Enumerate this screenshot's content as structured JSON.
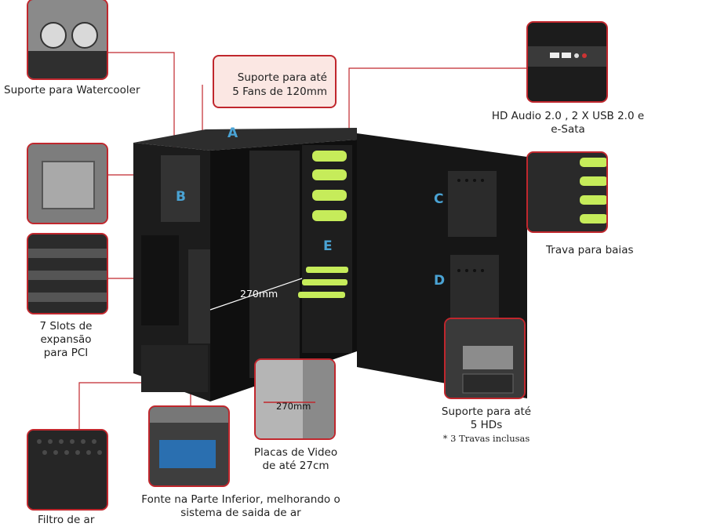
{
  "labels": {
    "watercooler": "Suporte para Watercooler",
    "fans_line1": "Suporte para até",
    "fans_line2": "5 Fans de 120mm",
    "front_io_line1": "HD Audio 2.0 , 2 X USB 2.0 e",
    "front_io_line2": "e-Sata",
    "bay_lock": "Trava para baias",
    "slots_line1": "7 Slots de",
    "slots_line2": "expansão",
    "slots_line3": "para PCI",
    "hd_support_line1": "Suporte para até",
    "hd_support_line2": "5 HDs",
    "hd_support_note": "* 3 Travas inclusas",
    "video_line1": "Placas de Video",
    "video_line2": "de até 27cm",
    "psu_line1": "Fonte na Parte Inferior, melhorando o",
    "psu_line2": "sistema de saida de ar",
    "air_filter": "Filtro de ar"
  },
  "markers": {
    "a": "A",
    "b": "B",
    "c": "C",
    "d": "D",
    "e": "E"
  },
  "dimensions": {
    "gpu_length_inner": "270mm",
    "gpu_length_thumb": "270mm"
  },
  "colors": {
    "frame": "#c0272d",
    "callout_bg": "#fbe7e3",
    "marker": "#4aa3d4",
    "bay_lock": "#c6ec5a",
    "psu": "#2a6fb0"
  }
}
